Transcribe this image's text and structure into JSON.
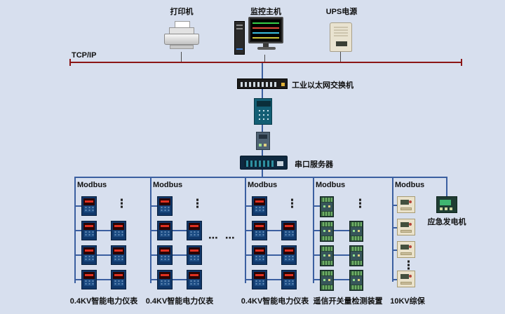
{
  "top_devices": {
    "printer_label": "打印机",
    "monitor_label": "监控主机",
    "ups_label": "UPS电源"
  },
  "backbone": {
    "tcpip_label": "TCP/IP",
    "ethernet_switch_label": "工业以太网交换机",
    "serial_server_label": "串口服务器"
  },
  "groups": [
    {
      "bus_label": "Modbus",
      "device_label": "0.4KV智能电力仪表"
    },
    {
      "bus_label": "Modbus",
      "device_label": "0.4KV智能电力仪表"
    },
    {
      "bus_label": "Modbus",
      "device_label": "0.4KV智能电力仪表"
    },
    {
      "bus_label": "Modbus",
      "device_label": "遥信开关量检测装置"
    },
    {
      "bus_label": "Modbus",
      "device_label": "10KV综保"
    }
  ],
  "generator_label": "应急发电机",
  "ellipsis": {
    "vertical": "⋮",
    "horizontal": "⋯ ⋯"
  },
  "colors": {
    "background": "#d7dfee",
    "tcpip_line": "#8b1616",
    "modbus_line": "#3b5fa0"
  }
}
